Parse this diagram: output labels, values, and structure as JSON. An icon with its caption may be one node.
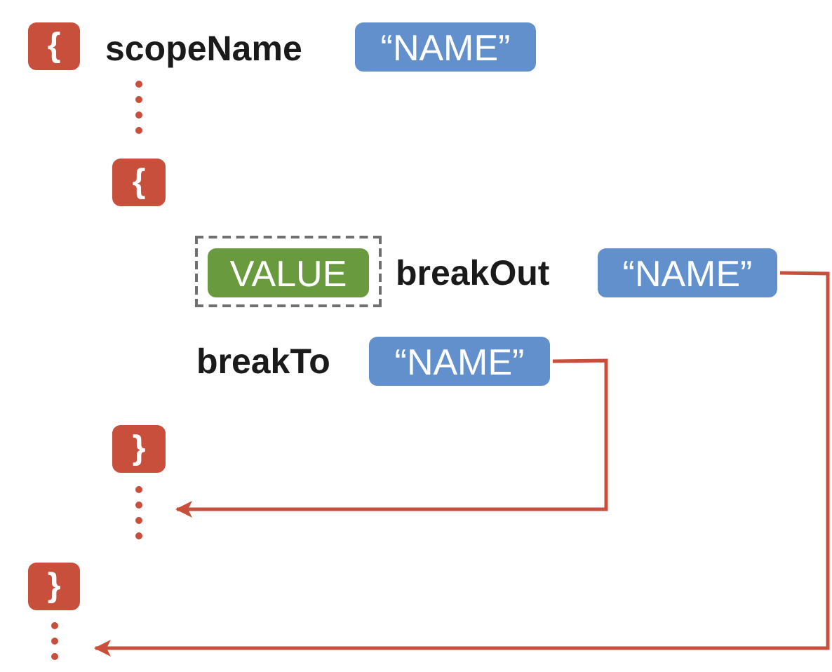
{
  "diagram": {
    "nodes": [
      {
        "text": [
          "{"
        ]
      },
      {
        "text": [
          "“NAME”"
        ]
      },
      {
        "text": [
          "{"
        ]
      },
      {
        "text": [],
        "shape": "box"
      },
      {
        "text": [
          "VALUE"
        ],
        "in": 3
      },
      {
        "text": [
          "“NAME”"
        ]
      },
      {
        "text": [
          "“NAME”"
        ]
      },
      {
        "text": [
          "}"
        ]
      },
      {
        "text": [
          "}"
        ]
      }
    ],
    "edges": [
      {
        "from": 0,
        "to": 2,
        "arrow": "none",
        "style": "dashed"
      },
      {
        "from": 5,
        "to": 8,
        "arrow": "to"
      },
      {
        "from": 6,
        "to": 7,
        "arrow": "to"
      }
    ],
    "labels": [
      "scopeName",
      "breakOut",
      "breakTo"
    ]
  }
}
